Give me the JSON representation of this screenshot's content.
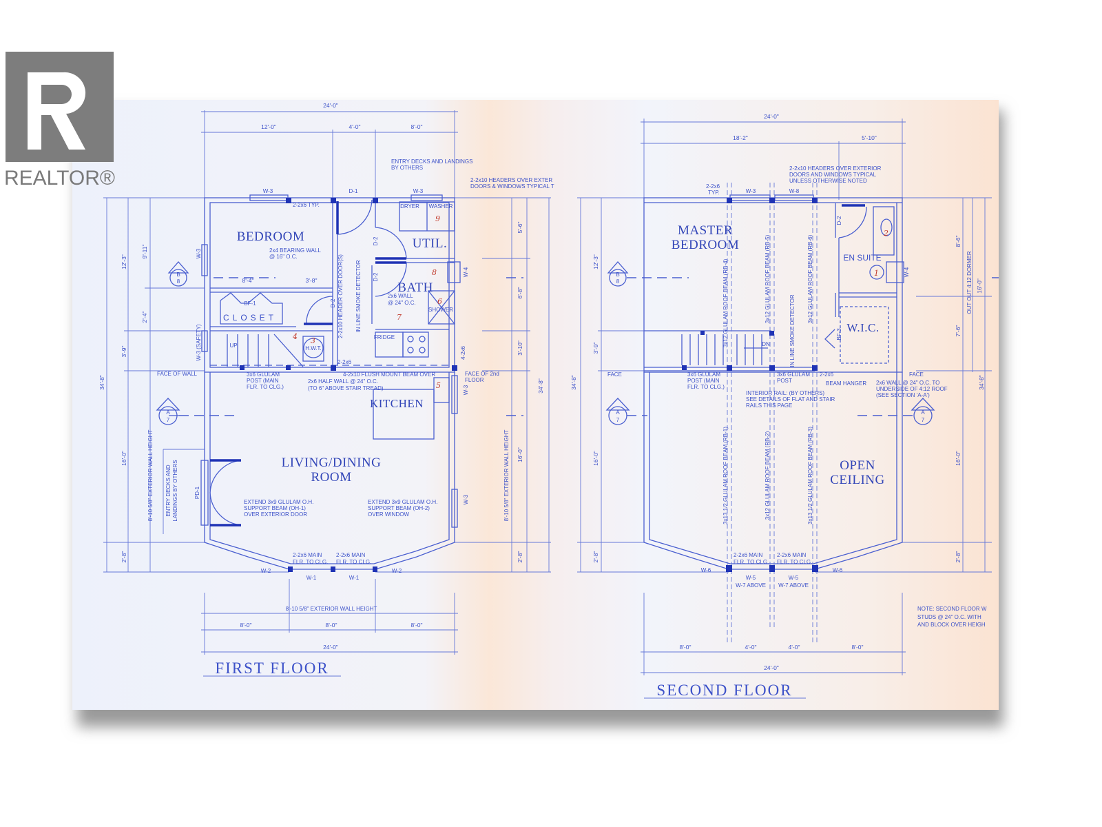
{
  "logo": {
    "text": "REALTOR®"
  },
  "colors": {
    "ink": "#3d52c9",
    "paper_left": "#eef2fb",
    "paper_right": "#fbe6d6",
    "handwriting": "#c0392b"
  },
  "first_floor": {
    "title": "FIRST FLOOR",
    "rooms": {
      "bedroom": "BEDROOM",
      "util": "UTIL.",
      "bath": "BATH",
      "closet": "CLOSET",
      "kitchen": "KITCHEN",
      "living1": "LIVING/DINING",
      "living2": "ROOM"
    },
    "fixtures": {
      "dryer": "DRYER",
      "washer": "WASHER",
      "fridge": "FRIDGE",
      "shower": "SHOWER",
      "hwt": "H.W.T.",
      "up": "UP"
    },
    "dims_top": [
      "24'-0\"",
      "12'-0\"",
      "4'-0\"",
      "8'-0\""
    ],
    "dims_bottom": [
      "8'-10 5/8\" EXTERIOR WALL HEIGHT",
      "8'-0\"",
      "8'-0\"",
      "8'-0\"",
      "24'-0\""
    ],
    "dims_left": [
      "9'-11\"",
      "12'-3\"",
      "2'-4\"",
      "3'-9\"",
      "34'-8\"",
      "16'-0\"",
      "2'-8\"",
      "8'-10 5/8\" EXTERIOR WALL HEIGHT"
    ],
    "dims_right": [
      "5'-6\"",
      "6'-8\"",
      "3'-10\"",
      "34'-8\"",
      "16'-0\"",
      "2'-8\"",
      "8'-10 5/8\" EXTERIOR WALL HEIGHT"
    ],
    "dims_inner": [
      "8'-4\"",
      "3'-8\""
    ],
    "notes": {
      "entry_decks": [
        "ENTRY DECKS AND LANDINGS",
        "BY OTHERS"
      ],
      "headers": [
        "2-2x10 HEADERS OVER EXTER",
        "DOORS & WINDOWS TYPICAL T"
      ],
      "typ": "2-2x6 TYP.",
      "bearing": [
        "2x4 BEARING WALL",
        "@ 16\" O.C."
      ],
      "bf1": "BF-1",
      "header_door": "2-2x10 HEADER OVER DOOR(S)",
      "smoke": "IN LINE SMOKE DETECTOR",
      "bath_wall": [
        "2x6 WALL",
        "@ 24\" O.C."
      ],
      "two_2x6": "2-2x6",
      "four_2x6": "4-2x6",
      "face_of_wall": "FACE OF WALL",
      "post": [
        "3x6 GLULAM",
        "POST (MAIN",
        "FLR. TO CLG.)"
      ],
      "flush_beam": "4-2x10 FLUSH MOUNT BEAM OVER",
      "half_wall": [
        "2x6 HALF WALL @ 24\" O.C.",
        "(TO 6\" ABOVE STAIR TREAD)"
      ],
      "face_2nd": [
        "FACE OF 2nd",
        "FLOOR"
      ],
      "oh1": [
        "EXTEND 3x9 GLULAM O.H.",
        "SUPPORT BEAM (OH-1)",
        "OVER EXTERIOR DOOR"
      ],
      "oh2": [
        "EXTEND 3x9 GLULAM O.H.",
        "SUPPORT BEAM (OH-2)",
        "OVER WINDOW"
      ],
      "entry_left": [
        "ENTRY DECKS AND",
        "LANDINGS BY OTHERS"
      ],
      "main_post": [
        "2-2x6 MAIN",
        "FLR. TO CLG."
      ]
    },
    "tags": {
      "d1": "D-1",
      "w3": "W-3",
      "d2": "D-2",
      "w4": "W-4",
      "w3_safety": "W-3 (SAFETY)",
      "pd1": "PD-1",
      "w1": "W-1",
      "w2": "W-2"
    },
    "sections": {
      "b": "B",
      "b_num": "8",
      "a": "A",
      "a_num": "7"
    },
    "handwritten": [
      "9",
      "8",
      "6",
      "7",
      "4",
      "3",
      "5"
    ]
  },
  "second_floor": {
    "title": "SECOND FLOOR",
    "rooms": {
      "master1": "MASTER",
      "master2": "BEDROOM",
      "ensuite": "EN SUITE",
      "wic": "W.I.C.",
      "open1": "OPEN",
      "open2": "CEILING",
      "dn": "DN"
    },
    "dims_top": [
      "24'-0\"",
      "18'-2\"",
      "5'-10\""
    ],
    "dims_bottom": [
      "8'-0\"",
      "4'-0\"",
      "4'-0\"",
      "8'-0\"",
      "24'-0\""
    ],
    "dims_left": [
      "12'-3\"",
      "3'-9\"",
      "34'-8\"",
      "16'-0\"",
      "2'-8\""
    ],
    "dims_right": [
      "8'-6\"",
      "16'-0\"",
      "7'-6\"",
      "34'-8\"",
      "16'-0\"",
      "2'-8\"",
      "OUT OUT 4:12 DORMER"
    ],
    "notes": {
      "typ": [
        "2-2x6",
        "TYP."
      ],
      "headers": [
        "2-2x10 HEADERS OVER EXTERIOR",
        "DOORS AND WINDOWS TYPICAL",
        "UNLESS OTHERWISE NOTED"
      ],
      "rb4": "3x12 GLULAM ROOF BEAM (RB-4)",
      "rb5": "3x12 GLULAM ROOF BEAM (RB-5)",
      "rb6": "3x12 GLULAM ROOF BEAM (RB-6)",
      "rb1": "3x13 1/2 GLULAM ROOF BEAM (RB-1)",
      "rb2": "3x12 GLULAM ROOF BEAM (RB-2)",
      "rb3": "3x13 1/2 GLULAM ROOF BEAM (RB-3)",
      "smoke": "IN LINE SMOKE DETECTOR",
      "face": "FACE",
      "post_main": [
        "3x6 GLULAM",
        "POST (MAIN",
        "FLR. TO CLG.)"
      ],
      "post": [
        "3x6 GLULAM",
        "POST"
      ],
      "two_2x6": "2-2x6",
      "beam_hanger": "BEAM HANGER",
      "wall_roof": [
        "2x6 WALL @ 24\" O.C. TO",
        "UNDERSIDE OF 4:12 ROOF",
        "(SEE SECTION 'A-A')"
      ],
      "rail": [
        "INTERIOR RAIL: (BY OTHERS)",
        "SEE DETAILS OF FLAT AND STAIR",
        "RAILS THIS PAGE"
      ],
      "main_post": [
        "2-2x6 MAIN",
        "FLR. TO CLG."
      ],
      "note": [
        "NOTE: SECOND FLOOR W",
        "STUDS @ 24\" O.C. WITH",
        "AND BLOCK OVER HEIGH"
      ]
    },
    "tags": {
      "w3": "W-3",
      "w8": "W-8",
      "d2": "D-2",
      "w4": "W-4",
      "bf3": "BF-3",
      "w6": "W-6",
      "w5": "W-5",
      "w7": "W-7 ABOVE"
    },
    "sections": {
      "b": "B",
      "b_num": "8",
      "a": "A",
      "a_num": "7"
    },
    "handwritten": [
      "2",
      "1"
    ]
  }
}
